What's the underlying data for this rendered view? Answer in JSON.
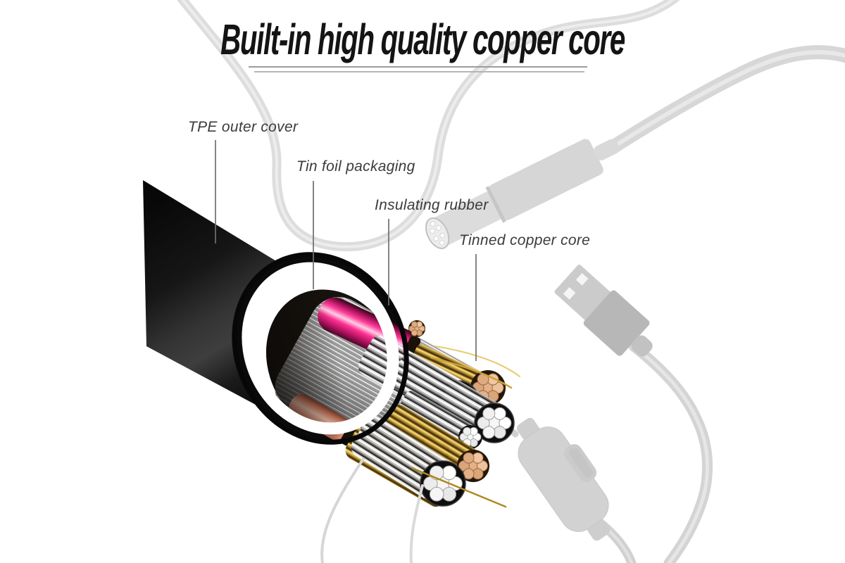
{
  "title": {
    "text": "Built-in high quality copper core"
  },
  "callouts": [
    {
      "id": "tpe-outer-cover",
      "label": "TPE outer cover"
    },
    {
      "id": "tin-foil-packaging",
      "label": "Tin foil packaging"
    },
    {
      "id": "insulating-rubber",
      "label": "Insulating rubber"
    },
    {
      "id": "tinned-copper-core",
      "label": "Tinned copper core"
    }
  ],
  "illustration": {
    "subject": "cut-away endoscope USB cable showing inner layers",
    "parts": [
      "tpe-outer-sheath",
      "tin-foil-ring",
      "fine-shield-strands",
      "magenta-insulated-wire",
      "salmon-insulated-wire",
      "gold-copper-strand-bundles",
      "tinned-copper-strand-bundles",
      "endoscope-camera-probe",
      "usb-a-connector",
      "inline-switch",
      "background-cable-loops"
    ],
    "colors": {
      "sheath_black": "#0b0b0b",
      "foil_silver": "#c9c9c9",
      "magenta_insulation": "#ff3d9c",
      "salmon_insulation": "#f3a68e",
      "copper_gold": "#e2b288",
      "gold_strand": "#e8c24f",
      "tinned_strand": "#f5f5f5",
      "faint_cable_gray": "#cecece",
      "leader_line_gray": "#6f6f6f"
    }
  }
}
